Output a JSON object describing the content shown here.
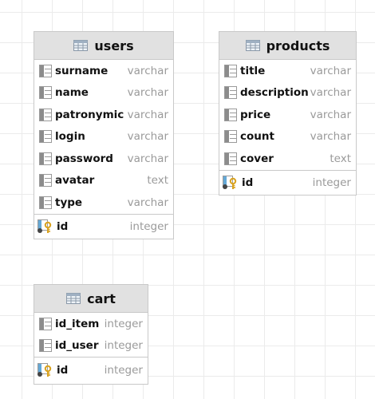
{
  "tables": [
    {
      "name": "users",
      "columns": [
        {
          "name": "surname",
          "type": "varchar"
        },
        {
          "name": "name",
          "type": "varchar"
        },
        {
          "name": "patronymic",
          "type": "varchar"
        },
        {
          "name": "login",
          "type": "varchar"
        },
        {
          "name": "password",
          "type": "varchar"
        },
        {
          "name": "avatar",
          "type": "text"
        },
        {
          "name": "type",
          "type": "varchar"
        }
      ],
      "key": {
        "name": "id",
        "type": "integer"
      }
    },
    {
      "name": "products",
      "columns": [
        {
          "name": "title",
          "type": "varchar"
        },
        {
          "name": "description",
          "type": "varchar"
        },
        {
          "name": "price",
          "type": "varchar"
        },
        {
          "name": "count",
          "type": "varchar"
        },
        {
          "name": "cover",
          "type": "text"
        }
      ],
      "key": {
        "name": "id",
        "type": "integer"
      }
    },
    {
      "name": "cart",
      "columns": [
        {
          "name": "id_item",
          "type": "integer"
        },
        {
          "name": "id_user",
          "type": "integer"
        }
      ],
      "key": {
        "name": "id",
        "type": "integer"
      }
    }
  ],
  "icons": {
    "table": "table-icon",
    "column": "column-icon",
    "key": "primary-key-icon"
  },
  "colors": {
    "header": "#e1e1e1",
    "border": "#c9c9c9",
    "grid": "#ebebeb",
    "type_text": "#9a9a9a",
    "key_gold": "#d9a21e",
    "key_blue": "#64a8d6"
  }
}
